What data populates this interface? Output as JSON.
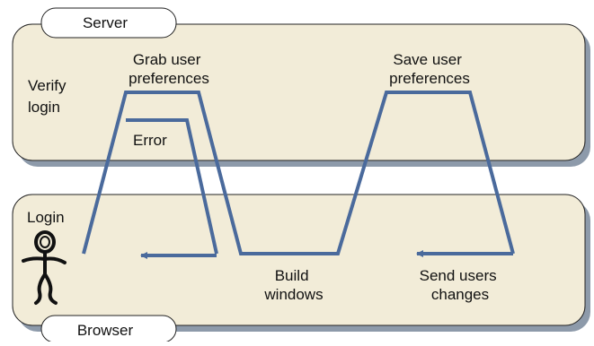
{
  "server": {
    "tab_label": "Server",
    "verify_login": [
      "Verify",
      "login"
    ],
    "grab_prefs": [
      "Grab user",
      "preferences"
    ],
    "error": "Error",
    "save_prefs": [
      "Save user",
      "preferences"
    ]
  },
  "browser": {
    "tab_label": "Browser",
    "login": "Login",
    "build_windows": [
      "Build",
      "windows"
    ],
    "send_changes": [
      "Send users",
      "changes"
    ]
  },
  "colors": {
    "panel_fill": "#f2ecd8",
    "panel_shadow": "#8d9aaa",
    "flow_line": "#4a6a9c",
    "figure": "#111111"
  }
}
